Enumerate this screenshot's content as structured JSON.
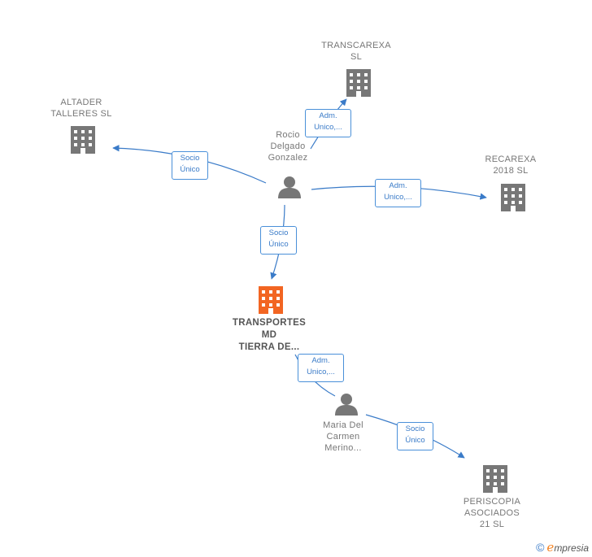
{
  "nodes": {
    "transcarexa": "TRANSCAREXA\nSL",
    "altader": "ALTADER\nTALLERES  SL",
    "recarexa": "RECAREXA\n2018  SL",
    "rocio": "Rocio\nDelgado\nGonzalez",
    "transportes": "TRANSPORTES\nMD\nTIERRA DE...",
    "maria": "Maria Del\nCarmen\nMerino...",
    "periscopia": "PERISCOPIA\nASOCIADOS\n21 SL"
  },
  "edges": {
    "rocio_altader": "Socio\nÚnico",
    "rocio_transcarexa": "Adm.\nUnico,...",
    "rocio_recarexa": "Adm.\nUnico,...",
    "rocio_transportes": "Socio\nÚnico",
    "maria_transportes": "Adm.\nUnico,...",
    "maria_periscopia": "Socio\nÚnico"
  },
  "colors": {
    "company": "#777777",
    "main_company": "#f26522",
    "person": "#777777",
    "edge": "#3a7bc8"
  },
  "brand": {
    "copyright": "©",
    "e": "e",
    "rest": "mpresia"
  }
}
